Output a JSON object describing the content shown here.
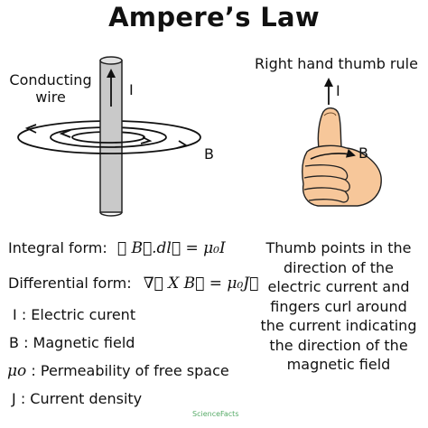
{
  "title": "Ampere’s Law",
  "left_diagram": {
    "wire_label": [
      "Conducting",
      "wire"
    ],
    "current_label": "I",
    "field_label": "B"
  },
  "right_diagram": {
    "caption": "Right hand thumb rule",
    "current_label": "I",
    "field_label": "B"
  },
  "formulas": {
    "integral_label": "Integral form:",
    "integral_expr": "∮ B⃗.dl⃗ = μ₀I",
    "differential_label": "Differential form:",
    "differential_expr": "∇⃗ X B⃗ = μ₀J⃗"
  },
  "legend": [
    {
      "symbol": "I",
      "desc": ": Electric curent"
    },
    {
      "symbol": "B",
      "desc": ": Magnetic field"
    },
    {
      "symbol": "μo",
      "desc": ": Permeability of free space"
    },
    {
      "symbol": "J",
      "desc": ": Current density"
    }
  ],
  "explanation": [
    "Thumb points in the",
    "direction of the",
    "electric current and",
    "fingers curl around",
    "the current indicating",
    "the direction of the",
    "magnetic field"
  ],
  "logo_text": "ScienceFacts"
}
